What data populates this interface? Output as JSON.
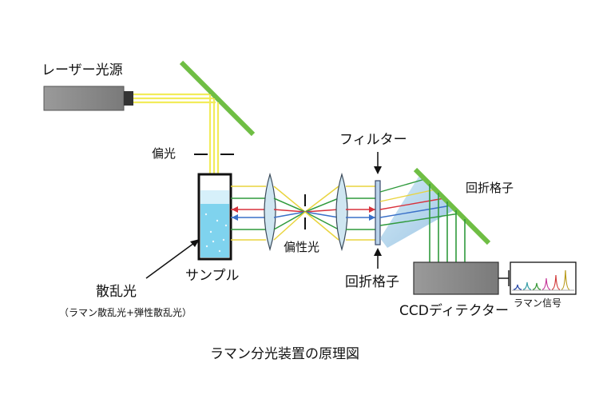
{
  "labels": {
    "laser": "レーザー光源",
    "polarization": "偏光",
    "filter": "フィルター",
    "grating_top": "回折格子",
    "grating_bottom": "回折格子",
    "polarized_light": "偏性光",
    "sample": "サンプル",
    "scattered": "散乱光",
    "scattered_note": "（ラマン散乱光+弾性散乱光）",
    "ccd": "CCDディテクター",
    "raman_signal": "ラマン信号",
    "caption": "ラマン分光装置の原理図"
  },
  "colors": {
    "laser_beam": "#f2ec5a",
    "mirror": "#6fbe44",
    "grating": "#6fbe44",
    "lens": "#cfe6f1",
    "sample_liquid": "#7fd3ee",
    "beam_green": "#2f9a3c",
    "beam_red": "#d8323c",
    "beam_blue": "#3a70c8",
    "beam_yellow": "#e9d43e",
    "device_gray": "#8c8c8c"
  },
  "raman_spectrum_peak_colors": [
    "#2a4aa8",
    "#3aa0a8",
    "#3a9a3a",
    "#c63a9a",
    "#d13a3a",
    "#b89a1a"
  ]
}
